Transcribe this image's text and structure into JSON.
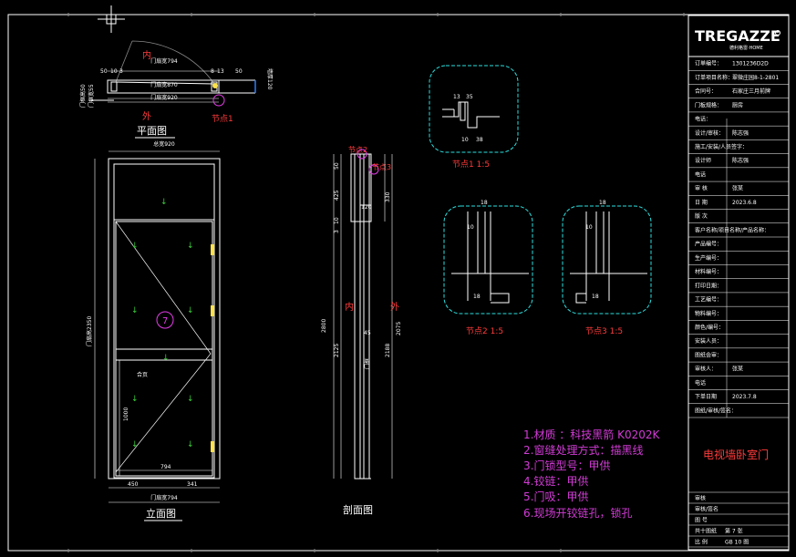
{
  "brand": {
    "logo": "TREGAZZE",
    "sub": "德利格雷·HOME"
  },
  "views": {
    "plan": "平面图",
    "elevation": "立面图",
    "section": "剖面图"
  },
  "labels": {
    "inside": "内",
    "outside": "外",
    "node1": "节点1",
    "node2": "节点2",
    "node3": "节点3",
    "node1_scale": "节点1  1:5",
    "node2_scale": "节点2  1:5",
    "node3_scale": "节点3  1:5",
    "circle_num": "7"
  },
  "notes": [
    "1.材质 ：科技黑箭 K0202K",
    "2.窗缝处理方式：描黑线",
    "3.门锁型号：甲供",
    "4.铰链：甲供",
    "5.门吸：甲供",
    "6.现场开铰链孔，锁孔"
  ],
  "project_title": "电视墙卧室门",
  "titleblock": [
    {
      "k": "订单编号：",
      "v": "1301236D2D"
    },
    {
      "k": "订单项目名称：",
      "v": "翠微庄园8-1-2801"
    },
    {
      "k": "合同号：",
      "v": "石家庄三月前牌"
    },
    {
      "k": "门板规格：",
      "v": "厨房"
    },
    {
      "k": "电话：",
      "v": ""
    },
    {
      "k": "设计/审核：",
      "v": "陈志强"
    },
    {
      "k": "施工/安装/人员签字：",
      "v": ""
    },
    {
      "k": "设计师",
      "v": "陈志强"
    },
    {
      "k": "电话",
      "v": ""
    },
    {
      "k": "审 核",
      "v": "张某"
    },
    {
      "k": "日 期",
      "v": "2023.6.8"
    },
    {
      "k": "版 次",
      "v": ""
    },
    {
      "k": "客户名称/项目名称/产品名称：",
      "v": ""
    },
    {
      "k": "产品编号：",
      "v": ""
    },
    {
      "k": "生产编号：",
      "v": ""
    },
    {
      "k": "材料编号：",
      "v": ""
    },
    {
      "k": "打印日期：",
      "v": ""
    },
    {
      "k": "工艺编号：",
      "v": ""
    },
    {
      "k": "物料编号：",
      "v": ""
    },
    {
      "k": "颜色/编号：",
      "v": ""
    },
    {
      "k": "安装人员：",
      "v": ""
    },
    {
      "k": "图纸会审：",
      "v": ""
    },
    {
      "k": "审核人：",
      "v": "张某"
    },
    {
      "k": "电话",
      "v": ""
    },
    {
      "k": "下单日期",
      "v": "2023.7.8"
    },
    {
      "k": "图纸/审核/签名：",
      "v": ""
    }
  ],
  "bottom_block": [
    {
      "k": "审核",
      "v": ""
    },
    {
      "k": "审核/签名",
      "v": ""
    },
    {
      "k": "图 号",
      "v": ""
    },
    {
      "k": "共十图纸",
      "v": "第 7 张"
    },
    {
      "k": "比 例",
      "v": "GB 10 图"
    }
  ],
  "dims": {
    "plan_top": "门扇宽794",
    "plan_mid": "门扇宽870",
    "plan_bot": "门扇宽920",
    "plan_a": "50",
    "plan_b": "10",
    "plan_c": "3",
    "plan_d": "8",
    "plan_e": "13",
    "plan_f": "50",
    "plan_side": "墙厚120",
    "plan_left1": "门框高50",
    "plan_left2": "门框宽55",
    "elev_top": "总宽920",
    "elev_left": "门扇高2350",
    "elev_lock": "1000",
    "elev_b1": "794",
    "elev_b2": "450",
    "elev_b3": "341",
    "elev_b4": "门扇宽794",
    "elev_hinge": "合页",
    "sec_top": "50",
    "sec_425": "425",
    "sec_10": "10",
    "sec_3": "3",
    "sec_2125": "2125",
    "sec_total": "2800",
    "sec_2188": "2188",
    "sec_2075": "2075",
    "sec_330": "330",
    "sec_45": "45",
    "sec_120": "120",
    "sec_plank": "门框",
    "n1_13": "13",
    "n1_35": "35",
    "n1_10": "10",
    "n1_38": "38",
    "n2_18": "18",
    "n2_10": "10",
    "n2_a": "18",
    "n3_18": "18",
    "n3_10": "10",
    "n3_a": "18"
  }
}
